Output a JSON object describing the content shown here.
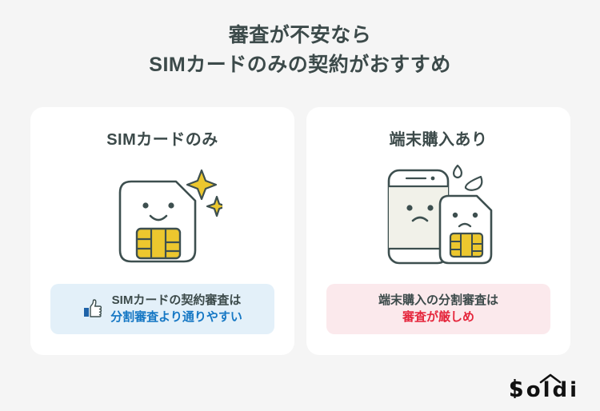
{
  "page": {
    "background_color": "#f5f5f5",
    "title_lines": [
      "審査が不安なら",
      "SIMカードのみの契約がおすすめ"
    ],
    "title_color": "#3c4a4a"
  },
  "cards": [
    {
      "heading": "SIMカードのみ",
      "illustration": "sim-card-happy-with-sparkles",
      "banner": {
        "style": "blue",
        "background_color": "#e3f0f9",
        "icon": "thumbs-up-icon",
        "line1": "SIMカードの契約審査は",
        "line2": "分割審査より通りやすい",
        "line1_color": "#3c4a4a",
        "line2_color": "#1577c4"
      }
    },
    {
      "heading": "端末購入あり",
      "illustration": "phone-and-sim-sad-with-sweat",
      "banner": {
        "style": "pink",
        "background_color": "#fbe9ec",
        "icon": "none",
        "line1": "端末購入の分割審査は",
        "line2": "審査が厳しめ",
        "line1_color": "#3c4a4a",
        "line2_color": "#e5253b"
      }
    }
  ],
  "logo": {
    "text": "Soldi",
    "mark": "roof-icon",
    "color": "#111111"
  },
  "palette": {
    "outline": "#3d4f4f",
    "chip_yellow": "#ecc72e",
    "screen_cream": "#f1f1e9",
    "card_white": "#ffffff"
  }
}
